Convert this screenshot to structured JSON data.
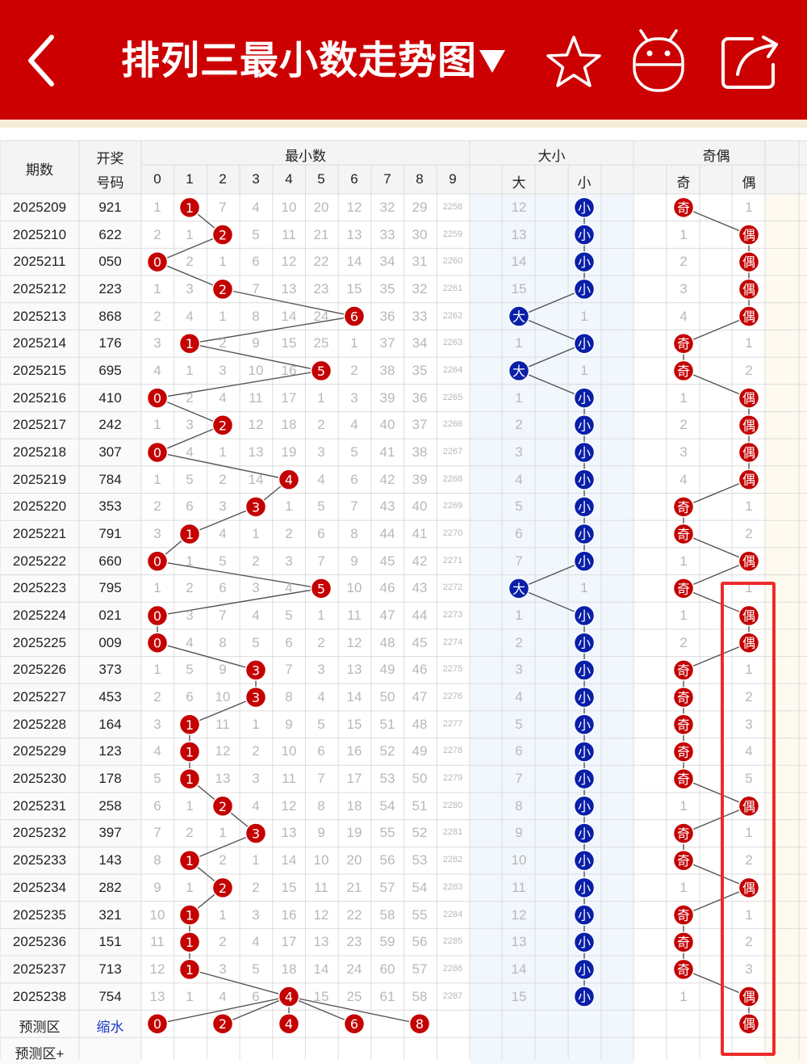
{
  "header": {
    "title": "排列三最小数走势图",
    "title_arrow": "▼",
    "icons": [
      "back-icon",
      "star-icon",
      "robot-icon",
      "share-icon"
    ],
    "bg_color": "#cc0000"
  },
  "table": {
    "col_issue": "期数",
    "col_draw_line1": "开奖",
    "col_draw_line2": "号码",
    "group_min": "最小数",
    "group_bigsmall": "大小",
    "group_oddeven": "奇偶",
    "digits": [
      "0",
      "1",
      "2",
      "3",
      "4",
      "5",
      "6",
      "7",
      "8",
      "9"
    ],
    "bs_labels": [
      "大",
      "小"
    ],
    "oe_labels": [
      "奇",
      "偶"
    ],
    "rows": [
      {
        "issue": "2025209",
        "draw": "921",
        "mins": [
          "1",
          "",
          "7",
          "4",
          "10",
          "20",
          "12",
          "32",
          "29",
          "2258"
        ],
        "min": 1,
        "bs": [
          12,
          "小"
        ],
        "oe": [
          "奇",
          1
        ]
      },
      {
        "issue": "2025210",
        "draw": "622",
        "mins": [
          "2",
          "1",
          "",
          "5",
          "11",
          "21",
          "13",
          "33",
          "30",
          "2259"
        ],
        "min": 2,
        "bs": [
          13,
          "小"
        ],
        "oe": [
          1,
          "偶"
        ]
      },
      {
        "issue": "2025211",
        "draw": "050",
        "mins": [
          "",
          "2",
          "1",
          "6",
          "12",
          "22",
          "14",
          "34",
          "31",
          "2260"
        ],
        "min": 0,
        "bs": [
          14,
          "小"
        ],
        "oe": [
          2,
          "偶"
        ]
      },
      {
        "issue": "2025212",
        "draw": "223",
        "mins": [
          "1",
          "3",
          "",
          "7",
          "13",
          "23",
          "15",
          "35",
          "32",
          "2261"
        ],
        "min": 2,
        "bs": [
          15,
          "小"
        ],
        "oe": [
          3,
          "偶"
        ]
      },
      {
        "issue": "2025213",
        "draw": "868",
        "mins": [
          "2",
          "4",
          "1",
          "8",
          "14",
          "24",
          "",
          "36",
          "33",
          "2262"
        ],
        "min": 6,
        "bs": [
          "大",
          1
        ],
        "oe": [
          4,
          "偶"
        ]
      },
      {
        "issue": "2025214",
        "draw": "176",
        "mins": [
          "3",
          "",
          "2",
          "9",
          "15",
          "25",
          "1",
          "37",
          "34",
          "2263"
        ],
        "min": 1,
        "bs": [
          1,
          "小"
        ],
        "oe": [
          "奇",
          1
        ]
      },
      {
        "issue": "2025215",
        "draw": "695",
        "mins": [
          "4",
          "1",
          "3",
          "10",
          "16",
          "",
          "2",
          "38",
          "35",
          "2264"
        ],
        "min": 5,
        "bs": [
          "大",
          1
        ],
        "oe": [
          "奇",
          2
        ]
      },
      {
        "issue": "2025216",
        "draw": "410",
        "mins": [
          "",
          "2",
          "4",
          "11",
          "17",
          "1",
          "3",
          "39",
          "36",
          "2265"
        ],
        "min": 0,
        "bs": [
          1,
          "小"
        ],
        "oe": [
          1,
          "偶"
        ]
      },
      {
        "issue": "2025217",
        "draw": "242",
        "mins": [
          "1",
          "3",
          "",
          "12",
          "18",
          "2",
          "4",
          "40",
          "37",
          "2266"
        ],
        "min": 2,
        "bs": [
          2,
          "小"
        ],
        "oe": [
          2,
          "偶"
        ]
      },
      {
        "issue": "2025218",
        "draw": "307",
        "mins": [
          "",
          "4",
          "1",
          "13",
          "19",
          "3",
          "5",
          "41",
          "38",
          "2267"
        ],
        "min": 0,
        "bs": [
          3,
          "小"
        ],
        "oe": [
          3,
          "偶"
        ]
      },
      {
        "issue": "2025219",
        "draw": "784",
        "mins": [
          "1",
          "5",
          "2",
          "14",
          "",
          "4",
          "6",
          "42",
          "39",
          "2268"
        ],
        "min": 4,
        "bs": [
          4,
          "小"
        ],
        "oe": [
          4,
          "偶"
        ]
      },
      {
        "issue": "2025220",
        "draw": "353",
        "mins": [
          "2",
          "6",
          "3",
          "",
          "1",
          "5",
          "7",
          "43",
          "40",
          "2269"
        ],
        "min": 3,
        "bs": [
          5,
          "小"
        ],
        "oe": [
          "奇",
          1
        ]
      },
      {
        "issue": "2025221",
        "draw": "791",
        "mins": [
          "3",
          "",
          "4",
          "1",
          "2",
          "6",
          "8",
          "44",
          "41",
          "2270"
        ],
        "min": 1,
        "bs": [
          6,
          "小"
        ],
        "oe": [
          "奇",
          2
        ]
      },
      {
        "issue": "2025222",
        "draw": "660",
        "mins": [
          "",
          "1",
          "5",
          "2",
          "3",
          "7",
          "9",
          "45",
          "42",
          "2271"
        ],
        "min": 0,
        "bs": [
          7,
          "小"
        ],
        "oe": [
          1,
          "偶"
        ]
      },
      {
        "issue": "2025223",
        "draw": "795",
        "mins": [
          "1",
          "2",
          "6",
          "3",
          "4",
          "",
          "10",
          "46",
          "43",
          "2272"
        ],
        "min": 5,
        "bs": [
          "大",
          1
        ],
        "oe": [
          "奇",
          1
        ]
      },
      {
        "issue": "2025224",
        "draw": "021",
        "mins": [
          "",
          "3",
          "7",
          "4",
          "5",
          "1",
          "11",
          "47",
          "44",
          "2273"
        ],
        "min": 0,
        "bs": [
          1,
          "小"
        ],
        "oe": [
          1,
          "偶"
        ]
      },
      {
        "issue": "2025225",
        "draw": "009",
        "mins": [
          "",
          "4",
          "8",
          "5",
          "6",
          "2",
          "12",
          "48",
          "45",
          "2274"
        ],
        "min": 0,
        "bs": [
          2,
          "小"
        ],
        "oe": [
          2,
          "偶"
        ]
      },
      {
        "issue": "2025226",
        "draw": "373",
        "mins": [
          "1",
          "5",
          "9",
          "",
          "7",
          "3",
          "13",
          "49",
          "46",
          "2275"
        ],
        "min": 3,
        "bs": [
          3,
          "小"
        ],
        "oe": [
          "奇",
          1
        ]
      },
      {
        "issue": "2025227",
        "draw": "453",
        "mins": [
          "2",
          "6",
          "10",
          "",
          "8",
          "4",
          "14",
          "50",
          "47",
          "2276"
        ],
        "min": 3,
        "bs": [
          4,
          "小"
        ],
        "oe": [
          "奇",
          2
        ]
      },
      {
        "issue": "2025228",
        "draw": "164",
        "mins": [
          "3",
          "",
          "11",
          "1",
          "9",
          "5",
          "15",
          "51",
          "48",
          "2277"
        ],
        "min": 1,
        "bs": [
          5,
          "小"
        ],
        "oe": [
          "奇",
          3
        ]
      },
      {
        "issue": "2025229",
        "draw": "123",
        "mins": [
          "4",
          "",
          "12",
          "2",
          "10",
          "6",
          "16",
          "52",
          "49",
          "2278"
        ],
        "min": 1,
        "bs": [
          6,
          "小"
        ],
        "oe": [
          "奇",
          4
        ]
      },
      {
        "issue": "2025230",
        "draw": "178",
        "mins": [
          "5",
          "",
          "13",
          "3",
          "11",
          "7",
          "17",
          "53",
          "50",
          "2279"
        ],
        "min": 1,
        "bs": [
          7,
          "小"
        ],
        "oe": [
          "奇",
          5
        ]
      },
      {
        "issue": "2025231",
        "draw": "258",
        "mins": [
          "6",
          "1",
          "",
          "4",
          "12",
          "8",
          "18",
          "54",
          "51",
          "2280"
        ],
        "min": 2,
        "bs": [
          8,
          "小"
        ],
        "oe": [
          1,
          "偶"
        ]
      },
      {
        "issue": "2025232",
        "draw": "397",
        "mins": [
          "7",
          "2",
          "1",
          "",
          "13",
          "9",
          "19",
          "55",
          "52",
          "2281"
        ],
        "min": 3,
        "bs": [
          9,
          "小"
        ],
        "oe": [
          "奇",
          1
        ]
      },
      {
        "issue": "2025233",
        "draw": "143",
        "mins": [
          "8",
          "",
          "2",
          "1",
          "14",
          "10",
          "20",
          "56",
          "53",
          "2282"
        ],
        "min": 1,
        "bs": [
          10,
          "小"
        ],
        "oe": [
          "奇",
          2
        ]
      },
      {
        "issue": "2025234",
        "draw": "282",
        "mins": [
          "9",
          "1",
          "",
          "2",
          "15",
          "11",
          "21",
          "57",
          "54",
          "2283"
        ],
        "min": 2,
        "bs": [
          11,
          "小"
        ],
        "oe": [
          1,
          "偶"
        ]
      },
      {
        "issue": "2025235",
        "draw": "321",
        "mins": [
          "10",
          "",
          "1",
          "3",
          "16",
          "12",
          "22",
          "58",
          "55",
          "2284"
        ],
        "min": 1,
        "bs": [
          12,
          "小"
        ],
        "oe": [
          "奇",
          1
        ]
      },
      {
        "issue": "2025236",
        "draw": "151",
        "mins": [
          "11",
          "",
          "2",
          "4",
          "17",
          "13",
          "23",
          "59",
          "56",
          "2285"
        ],
        "min": 1,
        "bs": [
          13,
          "小"
        ],
        "oe": [
          "奇",
          2
        ]
      },
      {
        "issue": "2025237",
        "draw": "713",
        "mins": [
          "12",
          "",
          "3",
          "5",
          "18",
          "14",
          "24",
          "60",
          "57",
          "2286"
        ],
        "min": 1,
        "bs": [
          14,
          "小"
        ],
        "oe": [
          "奇",
          3
        ]
      },
      {
        "issue": "2025238",
        "draw": "754",
        "mins": [
          "13",
          "1",
          "4",
          "6",
          "",
          "15",
          "25",
          "61",
          "58",
          "2287"
        ],
        "min": 4,
        "bs": [
          15,
          "小"
        ],
        "oe": [
          1,
          "偶"
        ]
      }
    ],
    "predict_label": "预测区",
    "predict_link": "缩水",
    "predict_balls": [
      0,
      2,
      4,
      6,
      8
    ],
    "predict_oe": "偶",
    "predict_plus_label": "预测区+"
  },
  "colors": {
    "ball_red": "#c40000",
    "ball_blue": "#0a1fa8",
    "line_gray": "#555555",
    "highlight_box": "#ee2a2a",
    "issue_bg": "#f5f5f5",
    "bs_bg": "#f1f7fd",
    "oe_bg": "#fffaf0"
  }
}
